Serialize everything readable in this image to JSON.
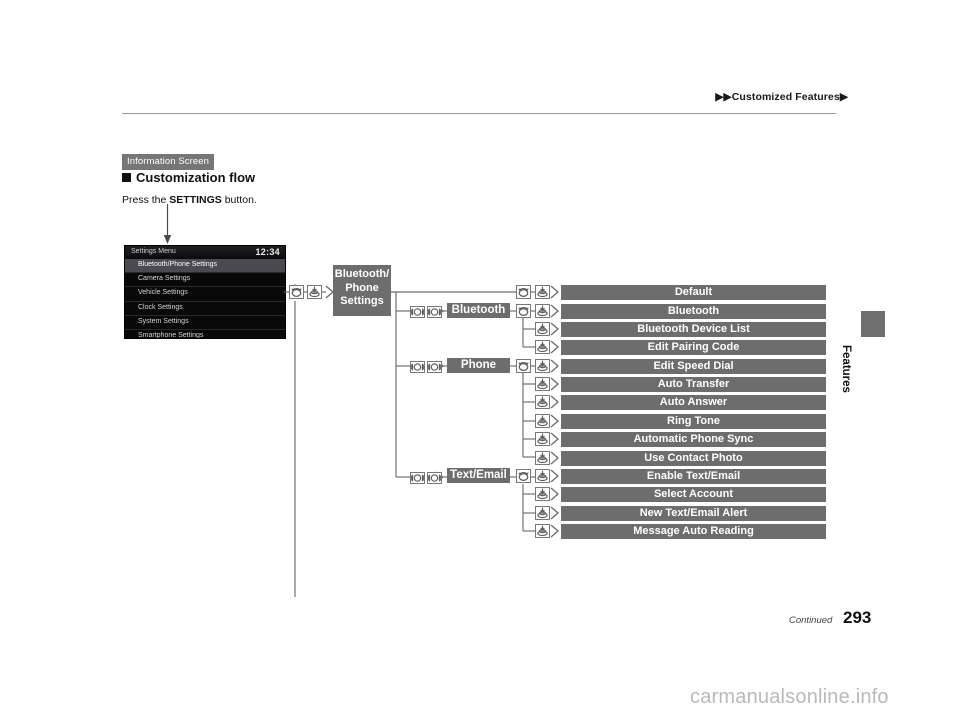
{
  "header": {
    "breadcrumb": "▶▶Customized Features▶",
    "side_tab_label": "Features"
  },
  "footer": {
    "continued": "Continued",
    "page_number": "293",
    "watermark": "carmanualsonline.info"
  },
  "section": {
    "tag": "Information Screen",
    "heading": "Customization flow",
    "instruction_pre": "Press the ",
    "instruction_bold": "SETTINGS",
    "instruction_post": " button."
  },
  "nav_screenshot": {
    "title": "Settings Menu",
    "clock": "12:34",
    "rows": [
      {
        "label": "Bluetooth/Phone Settings",
        "selected": true
      },
      {
        "label": "Camera Settings",
        "selected": false
      },
      {
        "label": "Vehicle Settings",
        "selected": false
      },
      {
        "label": "Clock Settings",
        "selected": false
      },
      {
        "label": "System Settings",
        "selected": false
      },
      {
        "label": "Smartphone Settings",
        "selected": false
      }
    ]
  },
  "flow": {
    "root_box": "Bluetooth/\nPhone\nSettings",
    "root_box_lines": [
      "Bluetooth/",
      "Phone",
      "Settings"
    ],
    "groups": [
      {
        "label": "",
        "items": [
          "Default"
        ]
      },
      {
        "label": "Bluetooth",
        "items": [
          "Bluetooth",
          "Bluetooth Device List",
          "Edit Pairing Code"
        ]
      },
      {
        "label": "Phone",
        "items": [
          "Edit Speed Dial",
          "Auto Transfer",
          "Auto Answer",
          "Ring Tone",
          "Automatic Phone Sync",
          "Use Contact Photo"
        ]
      },
      {
        "label": "Text/Email",
        "items": [
          "Enable Text/Email",
          "Select Account",
          "New Text/Email Alert",
          "Message Auto Reading"
        ]
      }
    ],
    "icons": {
      "rotate": "rotate-knob-icon",
      "press": "press-knob-icon",
      "scroll": "scroll-knob-icon",
      "arrow": "arrow-right-icon"
    }
  },
  "colors": {
    "bar_gray": "#6d6d6d",
    "tag_gray": "#767676",
    "rule_gray": "#9a9a9a",
    "watermark_gray": "#b9b9bd"
  }
}
